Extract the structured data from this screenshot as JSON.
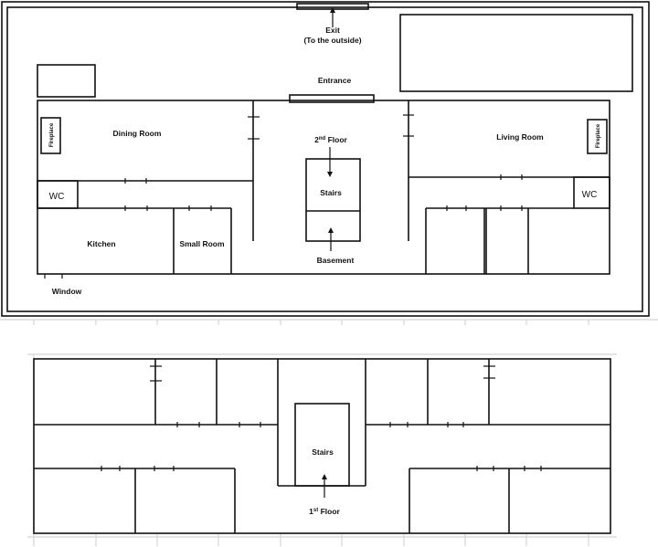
{
  "top_plan": {
    "exit_label": "Exit",
    "exit_sub": "(To the outside)",
    "entrance_label": "Entrance",
    "dining_room": "Dining Room",
    "living_room": "Living Room",
    "fireplace_left": "Fireplace",
    "fireplace_right": "Fireplace",
    "wc_left": "WC",
    "wc_right": "WC",
    "kitchen": "Kitchen",
    "small_room": "Small Room",
    "stairs": "Stairs",
    "second_floor_num": "2",
    "second_floor_sup": "nd",
    "second_floor_word": " Floor",
    "basement": "Basement",
    "window": "Window"
  },
  "bottom_plan": {
    "stairs": "Stairs",
    "first_floor_num": "1",
    "first_floor_sup": "st",
    "first_floor_word": " Floor"
  }
}
